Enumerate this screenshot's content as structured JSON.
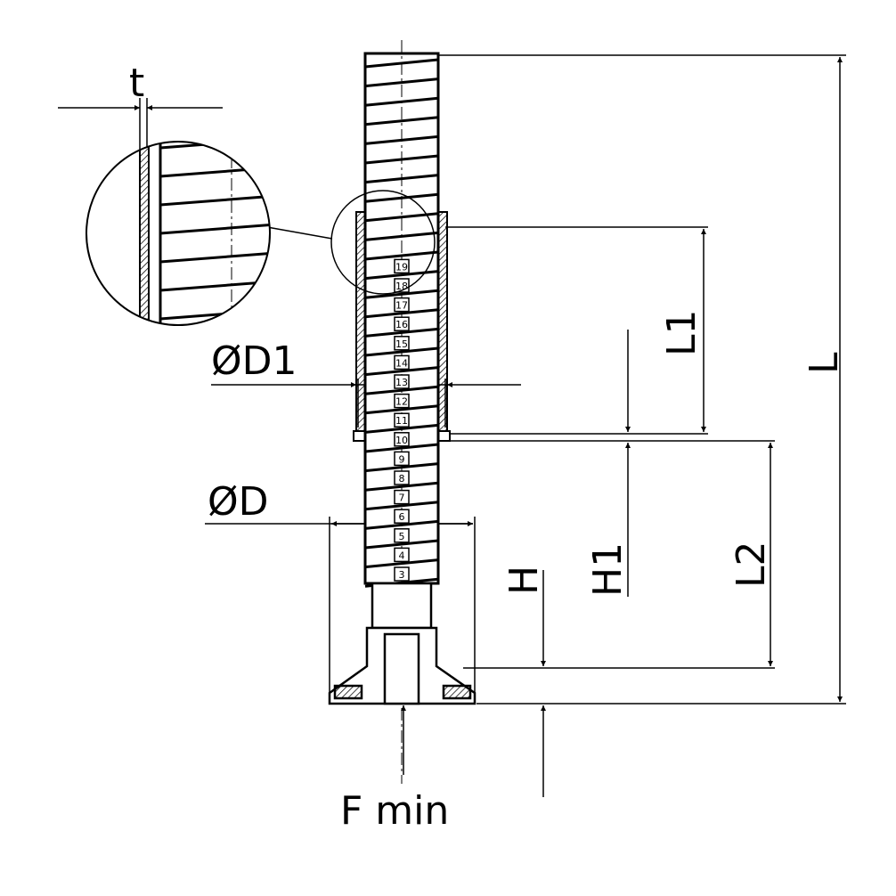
{
  "labels": {
    "t": "t",
    "d1": "ØD1",
    "d": "ØD",
    "l": "L",
    "l1": "L1",
    "l2": "L2",
    "h": "H",
    "h1": "H1",
    "fmin": "F min"
  },
  "scale_marks": [
    "3",
    "4",
    "5",
    "6",
    "7",
    "8",
    "9",
    "10",
    "11",
    "12",
    "13",
    "14",
    "15",
    "16",
    "17",
    "18",
    "19"
  ],
  "colors": {
    "line": "#000000",
    "background": "#ffffff"
  }
}
